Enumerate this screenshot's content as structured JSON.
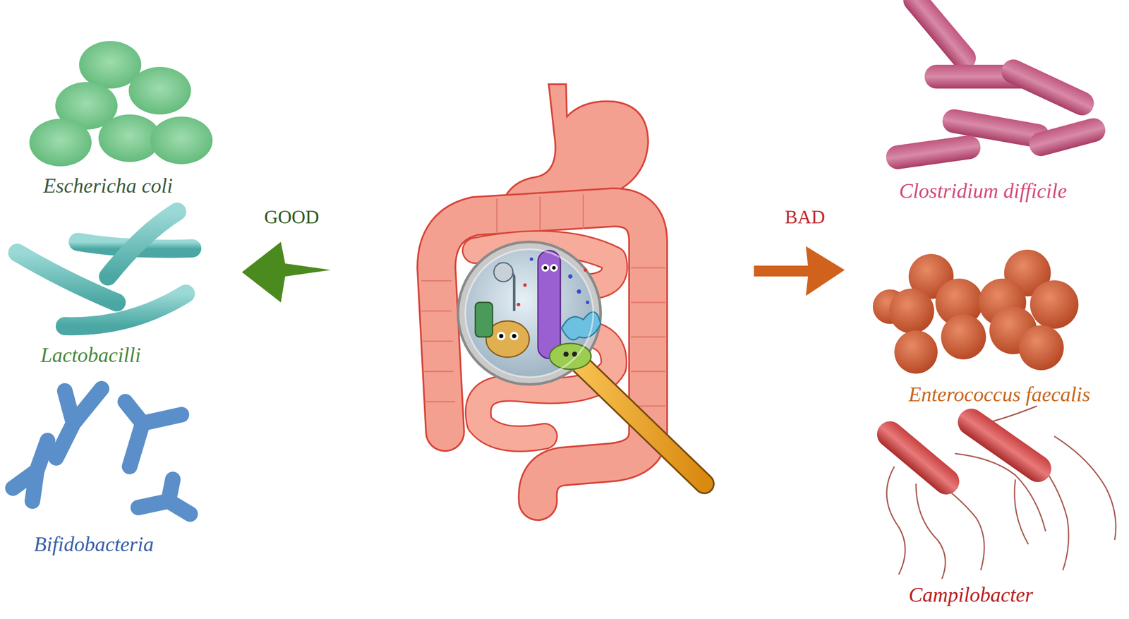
{
  "diagram": {
    "labels": [
      "Eschericha coli",
      "GOOD",
      "Lactobacilli",
      "Bifidobacteria",
      "BAD",
      "Clostridium difficile",
      "Enterococcus faecalis",
      "Campilobacter"
    ]
  }
}
